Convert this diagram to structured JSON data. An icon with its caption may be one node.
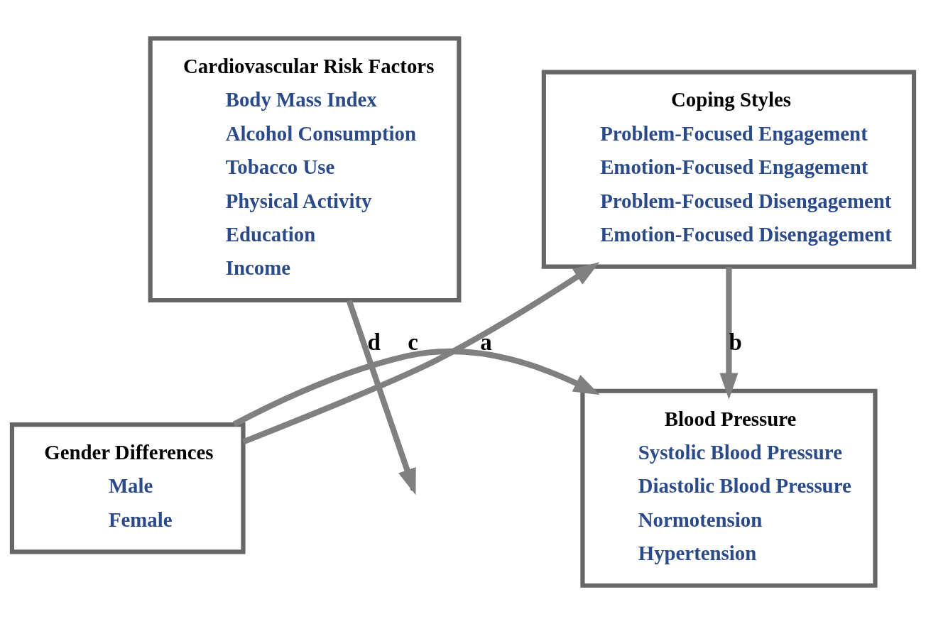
{
  "diagram": {
    "nodes": [
      {
        "text": [
          "Coping Styles",
          "Problem-Focused Engagement",
          "Emotion-Focused Engagement",
          "Problem-Focused Disengagement",
          "Emotion-Focused Disengagement"
        ]
      },
      {
        "text": [
          "Gender Differences",
          "Male",
          "Female"
        ]
      },
      {
        "text": [
          "Blood Pressure",
          "Systolic Blood Pressure",
          "Diastolic Blood Pressure",
          "Normotension",
          "Hypertension"
        ]
      },
      {
        "text": [
          "Cardiovascular Risk Factors",
          "Body Mass Index",
          "Alcohol Consumption",
          "Tobacco Use",
          "Physical Activity",
          "Education",
          "Income"
        ]
      }
    ],
    "edges": [
      {
        "from": 1,
        "to": 0,
        "arrow": "to",
        "label": "a"
      },
      {
        "from": 0,
        "to": 2,
        "arrow": "to",
        "label": "b"
      },
      {
        "from": 1,
        "to": 2,
        "arrow": "to",
        "label": "c"
      },
      {
        "from": 3,
        "to": null,
        "arrow": "to",
        "label": "d"
      }
    ]
  }
}
